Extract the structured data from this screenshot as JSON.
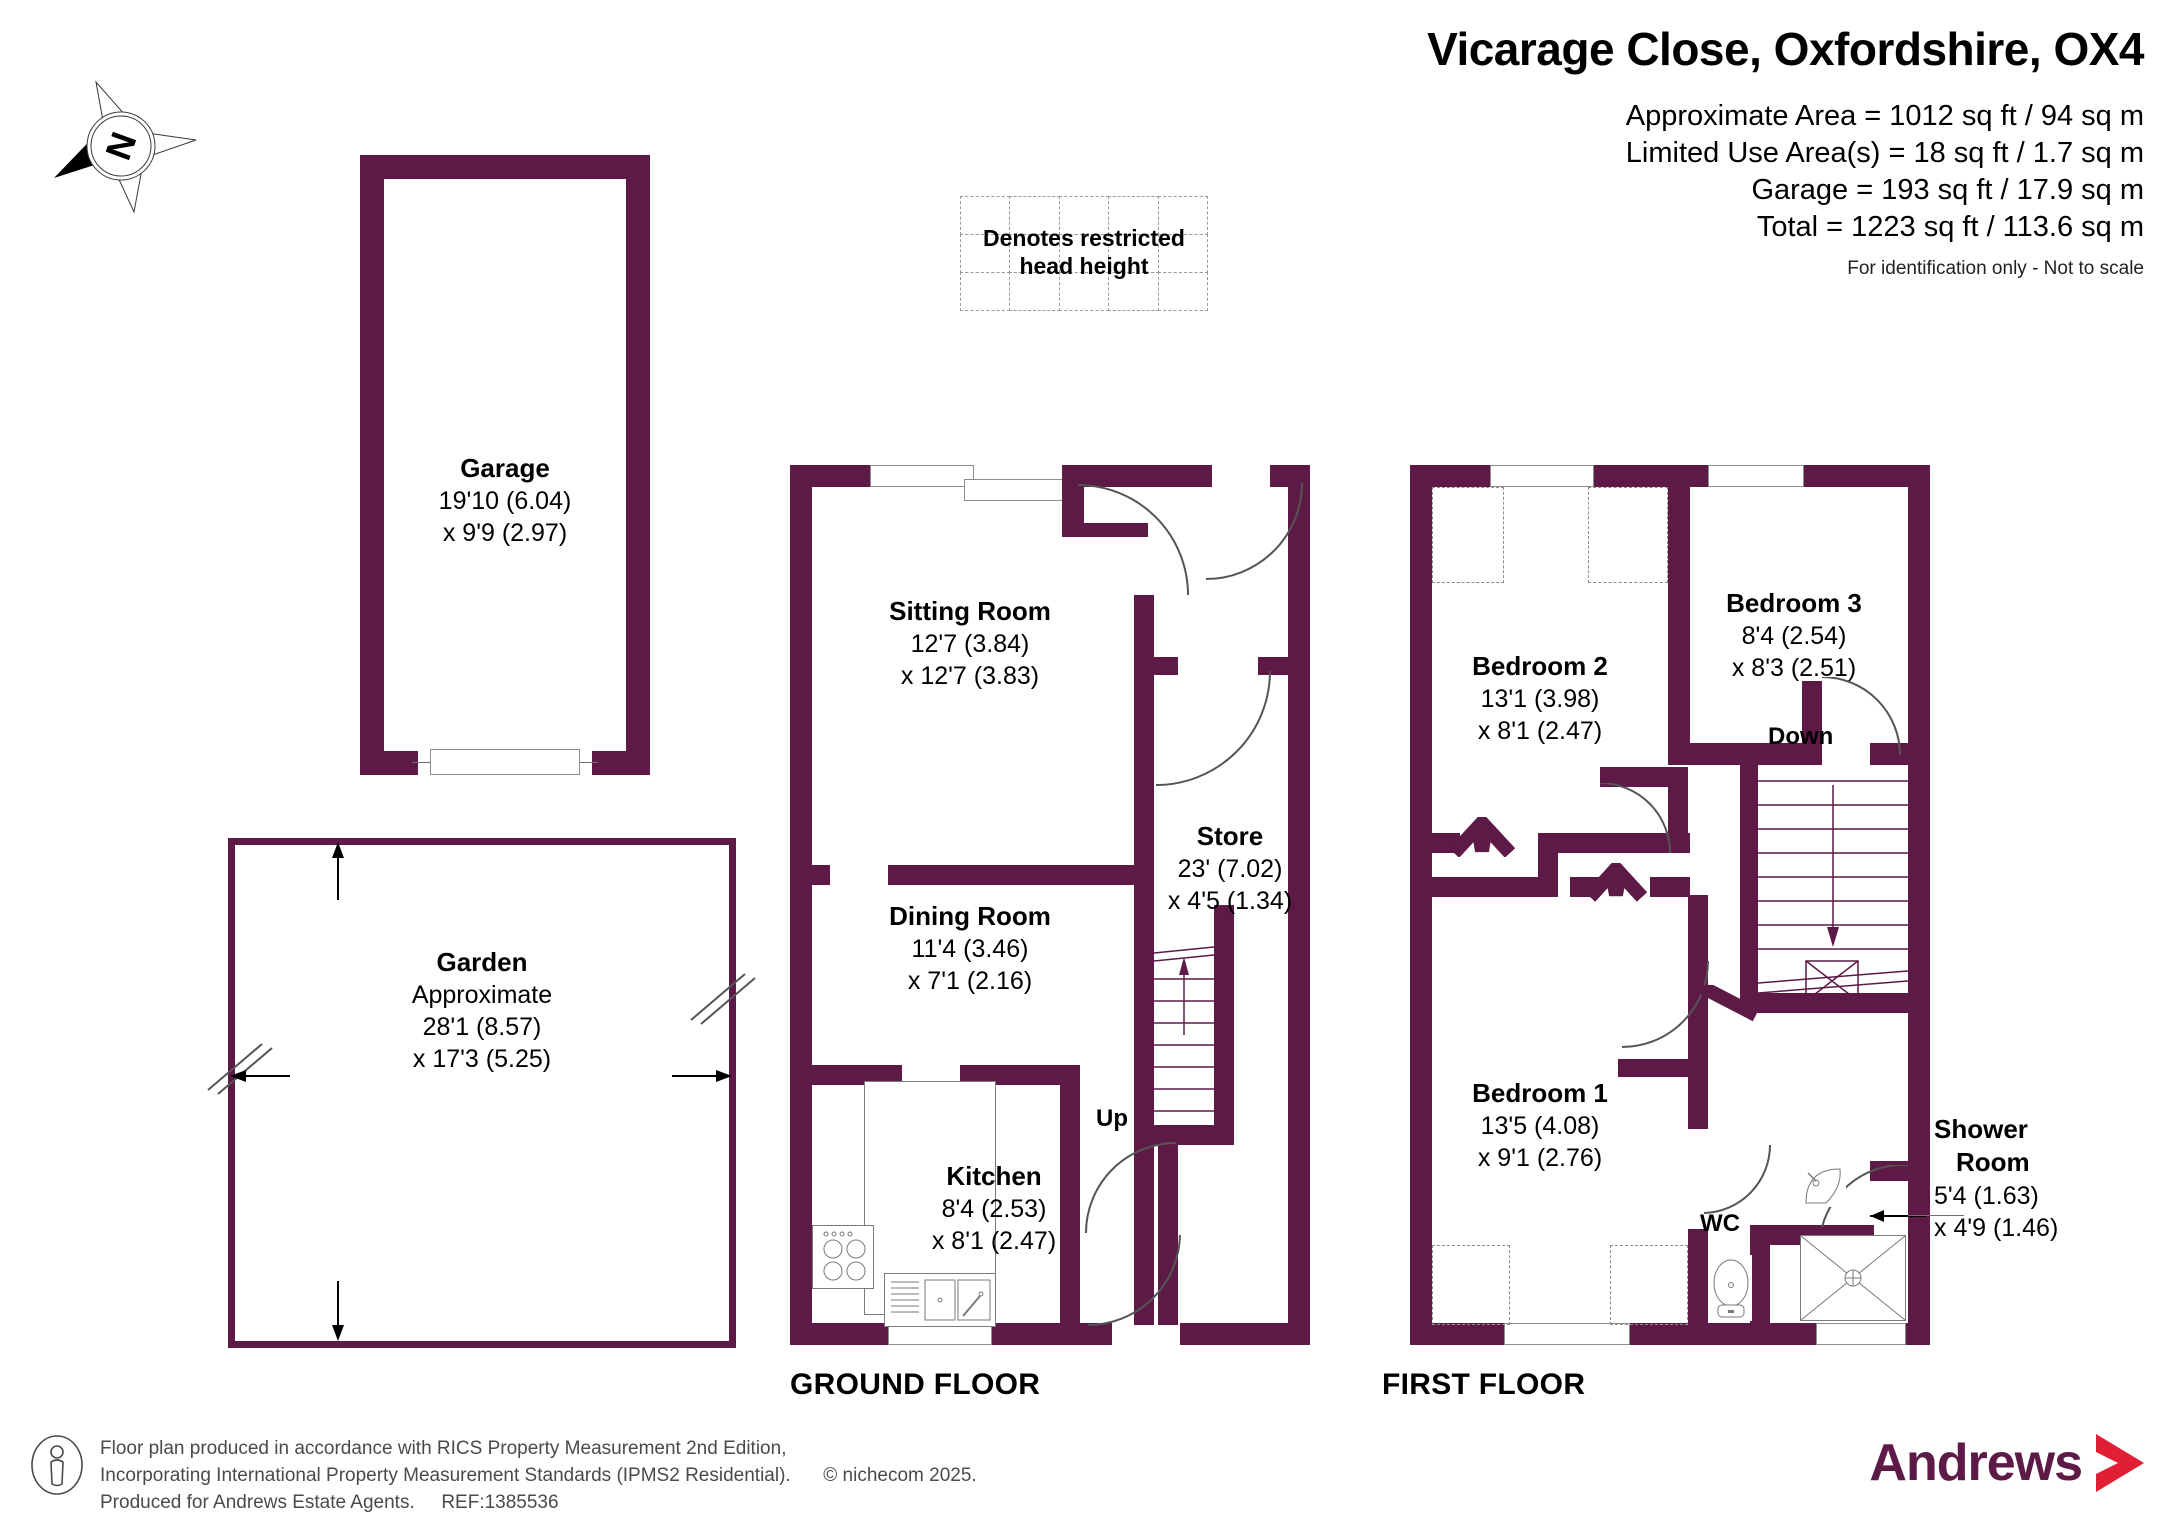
{
  "header": {
    "title": "Vicarage Close, Oxfordshire, OX4",
    "areas": [
      "Approximate Area = 1012 sq ft / 94 sq m",
      "Limited Use Area(s) = 18 sq ft / 1.7 sq m",
      "Garage = 193 sq ft / 17.9 sq m",
      "Total = 1223 sq ft / 113.6 sq m"
    ],
    "disclaimer": "For identification only - Not to scale"
  },
  "legend": {
    "text": "Denotes restricted\nhead height",
    "line1": "Denotes restricted",
    "line2": "head height"
  },
  "compass": {
    "letter": "N"
  },
  "colors": {
    "wall": "#5d1a47",
    "logo_text": "#5d1a47",
    "logo_arrow": "#e01f35",
    "thin_line": "#6f6f6f"
  },
  "garage": {
    "name": "Garage",
    "dim1": "19'10 (6.04)",
    "dim2": "x 9'9 (2.97)"
  },
  "garden": {
    "name": "Garden",
    "approx": "Approximate",
    "dim1": "28'1 (8.57)",
    "dim2": "x 17'3 (5.25)"
  },
  "ground_floor": {
    "label": "GROUND FLOOR",
    "stair_label": "Up",
    "rooms": [
      {
        "name": "Sitting Room",
        "dim1": "12'7 (3.84)",
        "dim2": "x 12'7 (3.83)"
      },
      {
        "name": "Store",
        "dim1": "23' (7.02)",
        "dim2": "x 4'5 (1.34)"
      },
      {
        "name": "Dining Room",
        "dim1": "11'4 (3.46)",
        "dim2": "x 7'1 (2.16)"
      },
      {
        "name": "Kitchen",
        "dim1": "8'4 (2.53)",
        "dim2": "x 8'1 (2.47)"
      }
    ]
  },
  "first_floor": {
    "label": "FIRST FLOOR",
    "stair_label": "Down",
    "rooms": [
      {
        "name": "Bedroom 2",
        "dim1": "13'1 (3.98)",
        "dim2": "x 8'1 (2.47)"
      },
      {
        "name": "Bedroom 3",
        "dim1": "8'4 (2.54)",
        "dim2": "x 8'3 (2.51)"
      },
      {
        "name": "Bedroom 1",
        "dim1": "13'5 (4.08)",
        "dim2": "x 9'1 (2.76)"
      },
      {
        "name": "Shower\nRoom",
        "name_line1": "Shower",
        "name_line2": "Room",
        "dim1": "5'4 (1.63)",
        "dim2": "x 4'9 (1.46)"
      },
      {
        "name": "WC",
        "dim1": "",
        "dim2": ""
      }
    ]
  },
  "footer": {
    "line1": "Floor plan produced in accordance with RICS Property Measurement 2nd Edition,",
    "line2": "Incorporating International Property Measurement Standards (IPMS2 Residential).",
    "line2b": "© nichecom 2025.",
    "line3": "Produced for Andrews Estate Agents.",
    "line3b": "REF:1385536"
  },
  "logo": {
    "word": "Andrews"
  }
}
